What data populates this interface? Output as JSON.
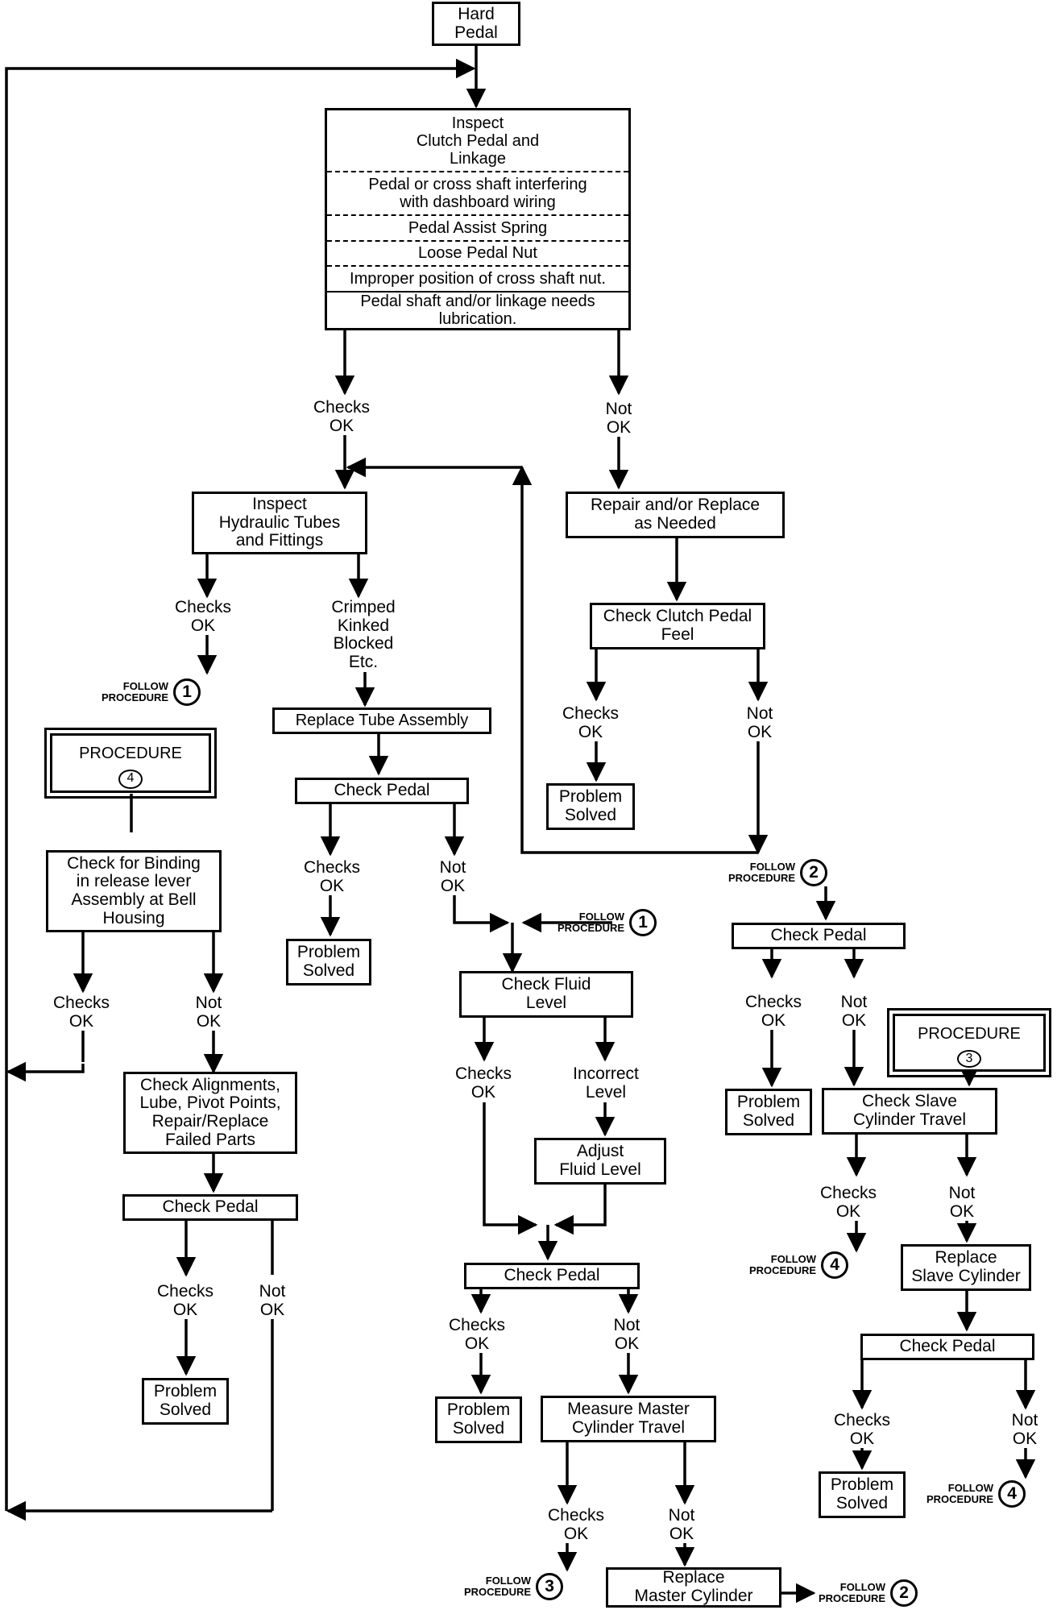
{
  "start": "Hard\nPedal",
  "inspect_linkage": {
    "title": "Inspect\nClutch Pedal and\nLinkage",
    "items": [
      "Pedal or cross shaft interfering\nwith dashboard wiring",
      "Pedal Assist Spring",
      "Loose Pedal Nut",
      "Improper position of cross shaft nut.",
      "Pedal shaft and/or linkage needs\nlubrication."
    ]
  },
  "labels": {
    "checks_ok": "Checks\nOK",
    "not_ok": "Not\nOK",
    "crimped": "Crimped\nKinked\nBlocked\nEtc.",
    "incorrect_level": "Incorrect\nLevel",
    "follow_procedure": "FOLLOW\nPROCEDURE"
  },
  "boxes": {
    "inspect_hydraulic": "Inspect\nHydraulic Tubes\nand Fittings",
    "repair_replace": "Repair and/or Replace\nas Needed",
    "check_clutch_feel": "Check Clutch Pedal\nFeel",
    "replace_tube": "Replace Tube Assembly",
    "check_pedal": "Check Pedal",
    "problem_solved": "Problem\nSolved",
    "check_fluid": "Check Fluid\nLevel",
    "adjust_fluid": "Adjust\nFluid Level",
    "measure_master": "Measure Master\nCylinder Travel",
    "replace_master": "Replace\nMaster Cylinder",
    "check_binding": "Check for Binding\nin release lever\nAssembly at Bell\nHousing",
    "check_alignments": "Check Alignments,\nLube, Pivot Points,\nRepair/Replace\nFailed Parts",
    "check_slave": "Check Slave\nCylinder Travel",
    "replace_slave": "Replace\nSlave Cylinder"
  },
  "procedures": {
    "title": "PROCEDURE",
    "p4": "4",
    "p3": "3"
  },
  "circles": {
    "one": "1",
    "two": "2",
    "three": "3",
    "four": "4"
  }
}
